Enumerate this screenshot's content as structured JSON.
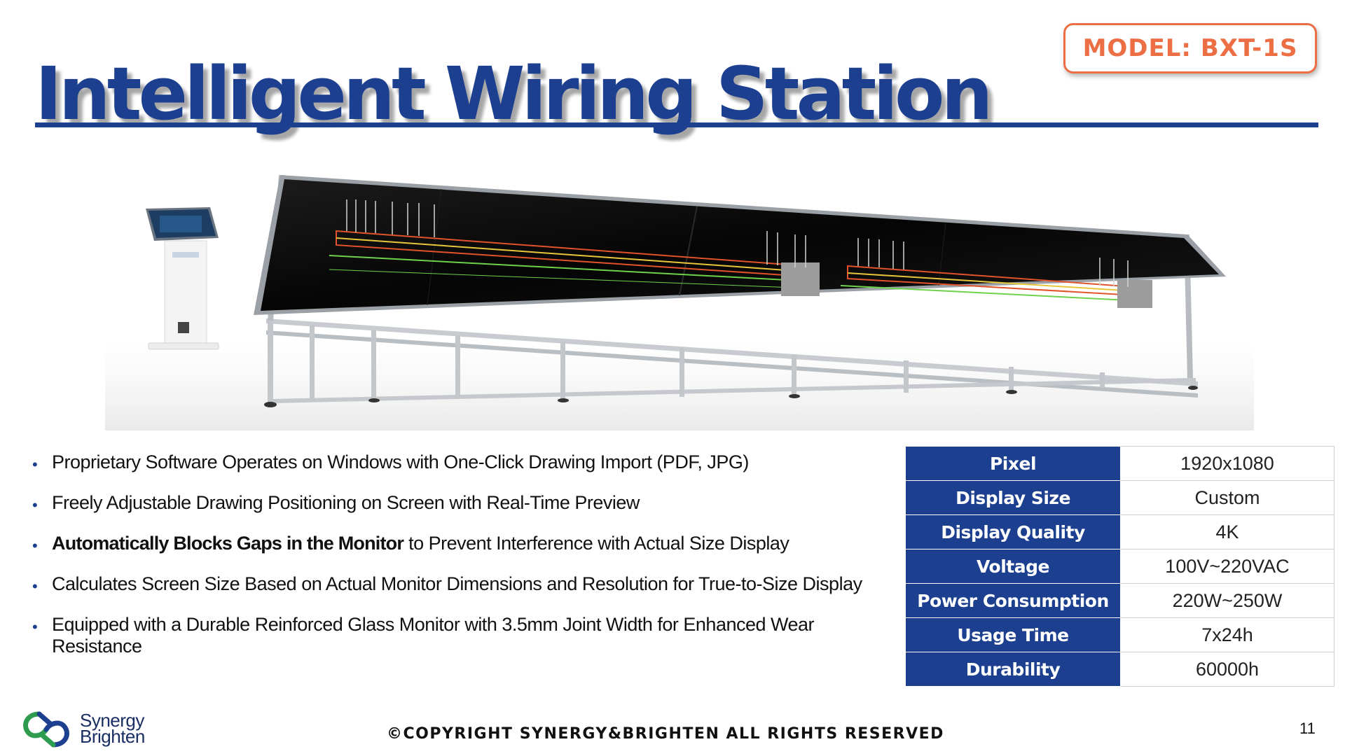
{
  "slide": {
    "title": "Intelligent Wiring Station",
    "model": "MODEL: BXT-1S",
    "features": [
      {
        "bold": "",
        "text": "Proprietary Software Operates on Windows with One-Click Drawing Import (PDF, JPG)"
      },
      {
        "bold": "",
        "text": "Freely Adjustable Drawing Positioning on Screen with Real-Time Preview"
      },
      {
        "bold": "Automatically Blocks Gaps in the Monitor",
        "text": " to Prevent Interference with Actual Size Display"
      },
      {
        "bold": "",
        "text": "Calculates Screen Size Based on Actual Monitor Dimensions and Resolution for True-to-Size Display"
      },
      {
        "bold": "",
        "text": "Equipped with a Durable Reinforced Glass Monitor with 3.5mm Joint Width for Enhanced Wear Resistance"
      }
    ],
    "specs": [
      {
        "label": "Pixel",
        "value": "1920x1080"
      },
      {
        "label": "Display Size",
        "value": "Custom"
      },
      {
        "label": "Display Quality",
        "value": "4K"
      },
      {
        "label": "Voltage",
        "value": "100V~220VAC"
      },
      {
        "label": "Power Consumption",
        "value": "220W~250W"
      },
      {
        "label": "Usage Time",
        "value": "7x24h"
      },
      {
        "label": "Durability",
        "value": "60000h"
      }
    ],
    "logo": {
      "line1": "Synergy",
      "line2": "Brighten"
    },
    "copyright": "©COPYRIGHT SYNERGY&BRIGHTEN ALL RIGHTS RESERVED",
    "page_number": "11"
  },
  "colors": {
    "brand_blue": "#1d3f8f",
    "accent_orange": "#ec6e44",
    "logo_green": "#2e9c4f"
  },
  "icons": [
    "bullet-dot-icon",
    "synergy-brighten-logo-icon"
  ]
}
